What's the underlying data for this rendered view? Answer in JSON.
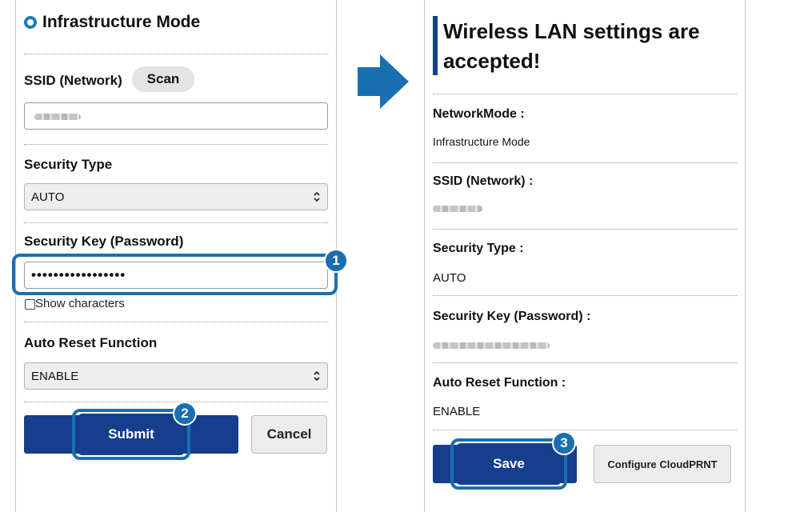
{
  "settings_form": {
    "mode_label": "Infrastructure Mode",
    "ssid_label": "SSID (Network)",
    "scan_label": "Scan",
    "security_type_label": "Security Type",
    "security_type_value": "AUTO",
    "security_key_label": "Security Key (Password)",
    "security_key_value": "•••••••••••••••••",
    "show_characters_label": "Show characters",
    "auto_reset_label": "Auto Reset Function",
    "auto_reset_value": "ENABLE",
    "submit_label": "Submit",
    "cancel_label": "Cancel"
  },
  "result_page": {
    "title": "Wireless LAN settings are accepted!",
    "network_mode_label": "NetworkMode :",
    "network_mode_value": "Infrastructure Mode",
    "ssid_label": "SSID (Network) :",
    "security_type_label": "Security Type :",
    "security_type_value": "AUTO",
    "security_key_label": "Security Key (Password) :",
    "auto_reset_label": "Auto Reset Function :",
    "auto_reset_value": "ENABLE",
    "save_label": "Save",
    "cloudprnt_label": "Configure CloudPRNT"
  },
  "step_badges": [
    "1",
    "2",
    "3"
  ],
  "colors": {
    "accent_blue": "#1a6fb0",
    "button_navy": "#163e8c",
    "radio_blue": "#1a7ac0"
  },
  "icons": {
    "arrow": "right-arrow-icon",
    "select": "select-arrows-icon",
    "radio": "radio-selected-icon"
  }
}
